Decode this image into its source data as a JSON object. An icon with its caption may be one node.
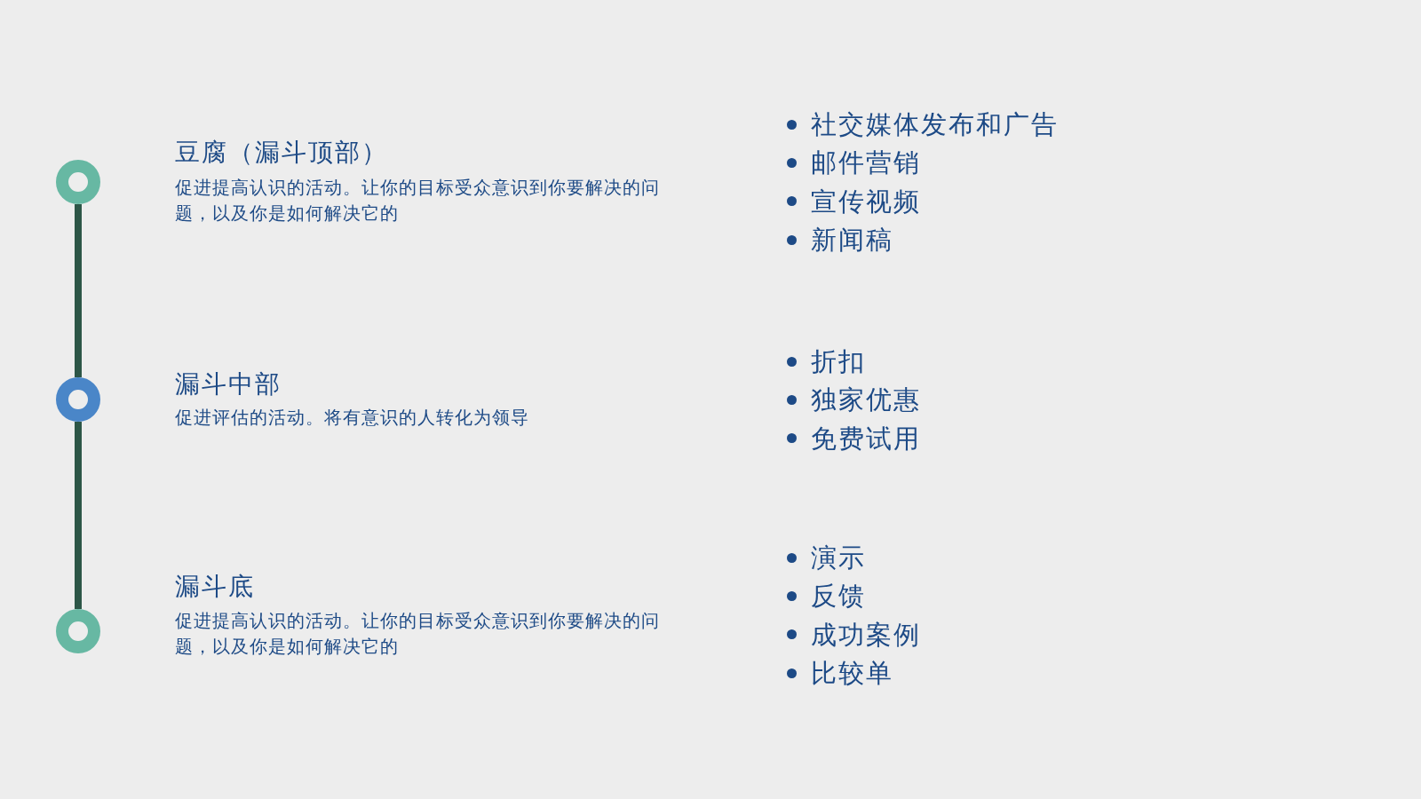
{
  "diagram": {
    "nodes": [
      {
        "text": [],
        "shape": "circle",
        "beside": [
          "豆腐（漏斗顶部）",
          "促进提高认识的活动。让你的目标受众意识到你要解决的问题，以及你是如何解决它的"
        ]
      },
      {
        "text": [],
        "shape": "circle",
        "beside": [
          "漏斗中部",
          "促进评估的活动。将有意识的人转化为领导"
        ]
      },
      {
        "text": [],
        "shape": "circle",
        "beside": [
          "漏斗底",
          "促进提高认识的活动。让你的目标受众意识到你要解决的问题，以及你是如何解决它的"
        ]
      }
    ],
    "edges": [
      {
        "from": 0,
        "to": 1,
        "arrow": "none"
      },
      {
        "from": 1,
        "to": 2,
        "arrow": "none"
      }
    ],
    "labels": [
      "社交媒体发布和广告",
      "邮件营销",
      "宣传视频",
      "新闻稿",
      "折扣",
      "独家优惠",
      "免费试用",
      "演示",
      "反馈",
      "成功案例",
      "比较单"
    ]
  }
}
